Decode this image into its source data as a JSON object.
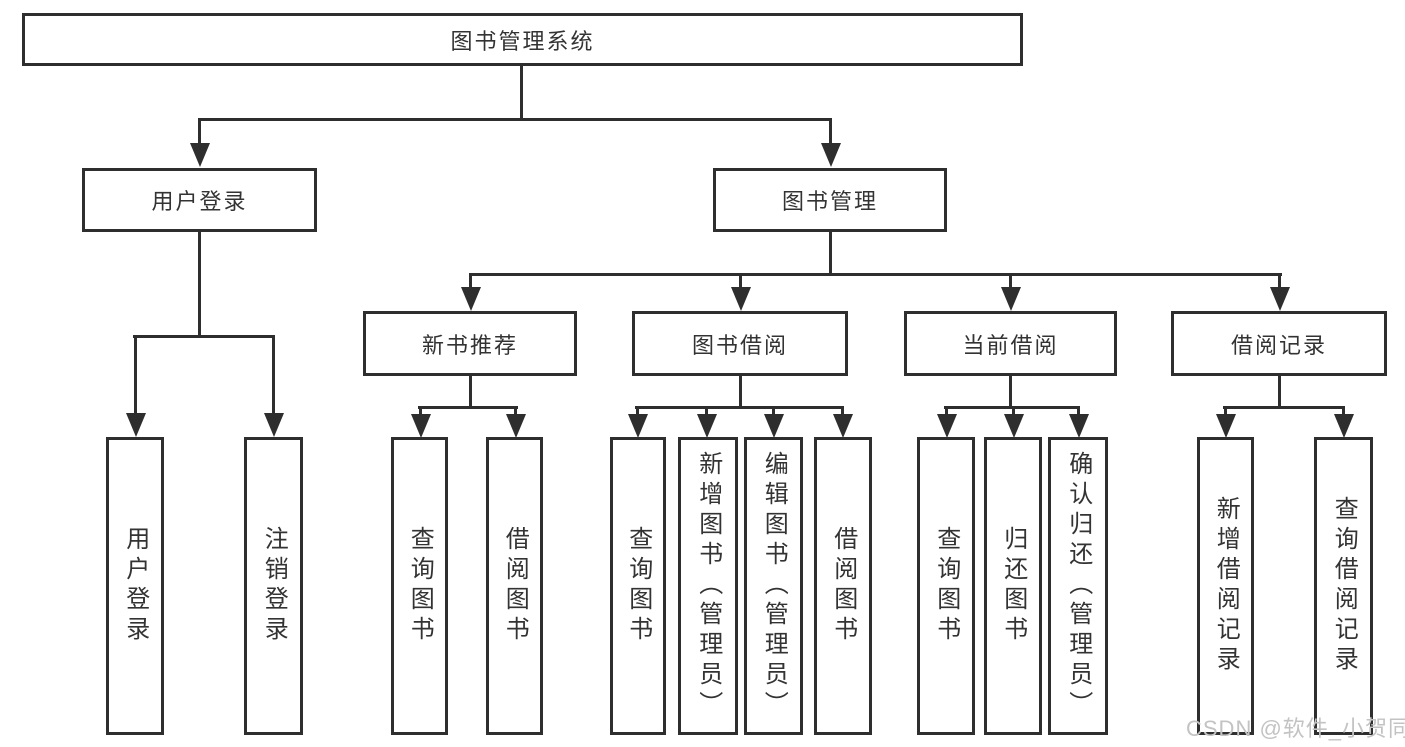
{
  "root": {
    "label": "图书管理系统",
    "children": [
      {
        "label": "用户登录",
        "children": [
          {
            "label": "用户登录"
          },
          {
            "label": "注销登录"
          }
        ]
      },
      {
        "label": "图书管理",
        "children": [
          {
            "label": "新书推荐",
            "children": [
              {
                "label": "查询图书"
              },
              {
                "label": "借阅图书"
              }
            ]
          },
          {
            "label": "图书借阅",
            "children": [
              {
                "label": "查询图书"
              },
              {
                "label": "新增图书（管理员）"
              },
              {
                "label": "编辑图书（管理员）"
              },
              {
                "label": "借阅图书"
              }
            ]
          },
          {
            "label": "当前借阅",
            "children": [
              {
                "label": "查询图书"
              },
              {
                "label": "归还图书"
              },
              {
                "label": "确认归还（管理员）"
              }
            ]
          },
          {
            "label": "借阅记录",
            "children": [
              {
                "label": "新增借阅记录"
              },
              {
                "label": "查询借阅记录"
              }
            ]
          }
        ]
      }
    ]
  },
  "watermark": {
    "text": "CSDN @软件_小贺同学"
  },
  "colors": {
    "line": "#2e2e2e",
    "text": "#333333",
    "watermark": "#c3c3c3",
    "background": "#ffffff"
  }
}
